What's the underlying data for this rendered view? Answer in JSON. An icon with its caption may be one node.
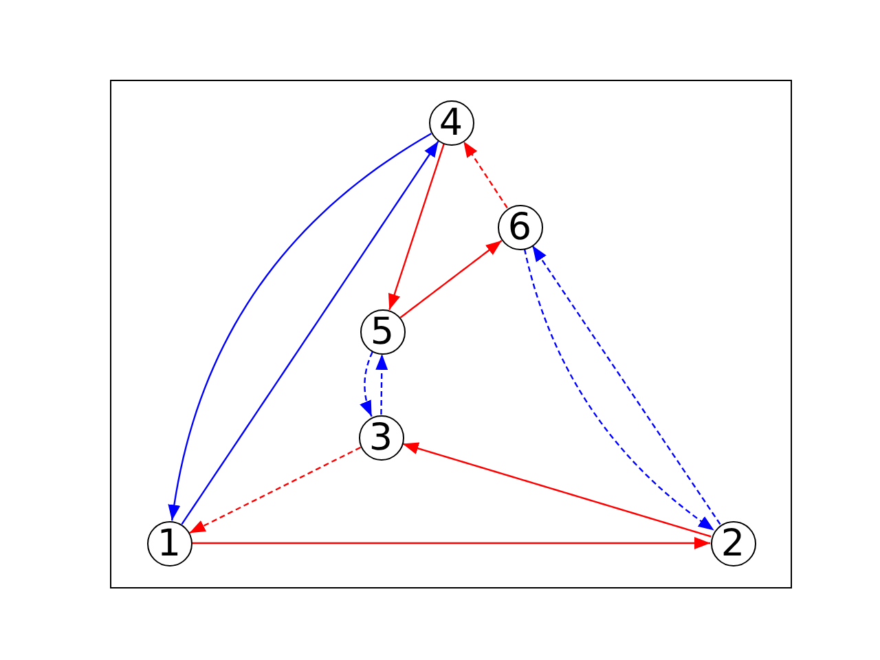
{
  "diagram": {
    "nodes": [
      {
        "text": [
          "1"
        ]
      },
      {
        "text": [
          "2"
        ]
      },
      {
        "text": [
          "3"
        ]
      },
      {
        "text": [
          "4"
        ]
      },
      {
        "text": [
          "5"
        ]
      },
      {
        "text": [
          "6"
        ]
      }
    ],
    "edges": [
      {
        "from": 0,
        "to": 1,
        "arrow": "to",
        "color": "#ff0000"
      },
      {
        "from": 1,
        "to": 2,
        "arrow": "to",
        "color": "#ff0000"
      },
      {
        "from": 2,
        "to": 0,
        "arrow": "to",
        "style": "dashed",
        "color": "#ff0000"
      },
      {
        "from": 0,
        "to": 3,
        "arrow": "to",
        "color": "#0000ff"
      },
      {
        "from": 3,
        "to": 0,
        "arrow": "to",
        "color": "#0000ff"
      },
      {
        "from": 3,
        "to": 4,
        "arrow": "to",
        "color": "#ff0000"
      },
      {
        "from": 4,
        "to": 5,
        "arrow": "to",
        "color": "#ff0000"
      },
      {
        "from": 5,
        "to": 3,
        "arrow": "to",
        "style": "dashed",
        "color": "#ff0000"
      },
      {
        "from": 4,
        "to": 2,
        "arrow": "to",
        "style": "dashed",
        "color": "#0000ff"
      },
      {
        "from": 2,
        "to": 4,
        "arrow": "to",
        "style": "dashed",
        "color": "#0000ff"
      },
      {
        "from": 5,
        "to": 1,
        "arrow": "to",
        "style": "dashed",
        "color": "#0000ff"
      },
      {
        "from": 1,
        "to": 5,
        "arrow": "to",
        "style": "dashed",
        "color": "#0000ff"
      }
    ]
  }
}
